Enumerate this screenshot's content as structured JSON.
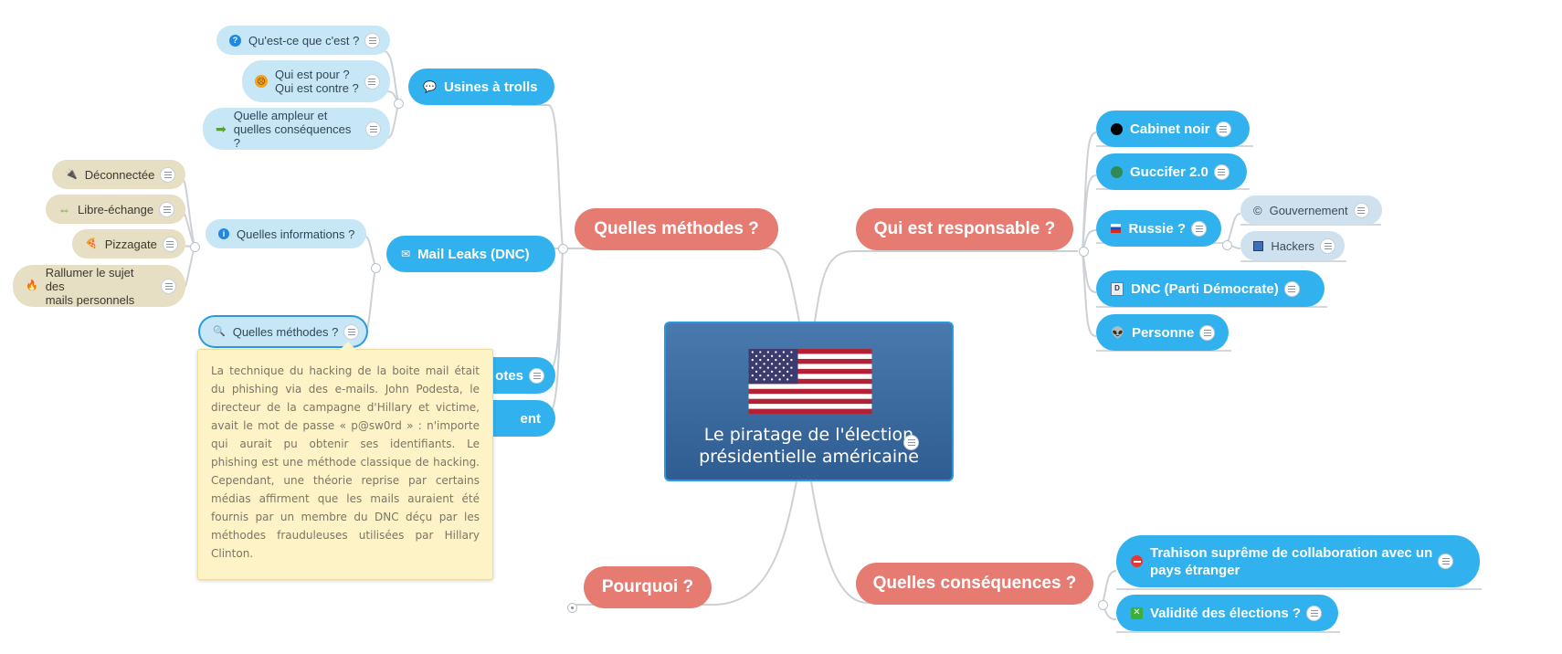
{
  "central": {
    "title_line1": "Le piratage de l'élection",
    "title_line2": "présidentielle américaine",
    "image": "us-flag"
  },
  "main_topics": {
    "methods": "Quelles méthodes ?",
    "responsible": "Qui est responsable ?",
    "why": "Pourquoi ?",
    "consequences": "Quelles conséquences ?"
  },
  "methods_children": {
    "trolls": {
      "label": "Usines à trolls",
      "icon": "speech-bubble-icon"
    },
    "mail_leaks": {
      "label": "Mail Leaks (DNC)",
      "icon": "envelope-icon"
    },
    "hidden_1": {
      "label": "otes"
    },
    "hidden_2": {
      "label": "ent"
    }
  },
  "trolls_children": {
    "what": {
      "label": "Qu'est-ce que c'est ?",
      "icon": "question-icon"
    },
    "for_against_1": {
      "label": "Qui est pour ?",
      "icon": "face-icon"
    },
    "for_against_2": {
      "label": "Qui est contre ?"
    },
    "scope_1": {
      "label": "Quelle ampleur et",
      "icon": "arrow-right-icon"
    },
    "scope_2": {
      "label": "quelles conséquences ?"
    }
  },
  "mail_children": {
    "info": {
      "label": "Quelles informations ?",
      "icon": "info-icon"
    },
    "methods": {
      "label": "Quelles méthodes ?",
      "icon": "magnifier-icon"
    }
  },
  "info_children": {
    "disconnected": {
      "label": "Déconnectée",
      "icon": "plug-icon"
    },
    "free_trade": {
      "label": "Libre-échange",
      "icon": "double-arrow-icon"
    },
    "pizzagate": {
      "label": "Pizzagate",
      "icon": "pizza-icon"
    },
    "personal_1": {
      "label": "Rallumer le sujet des",
      "icon": "fire-icon"
    },
    "personal_2": {
      "label": "mails personnels"
    }
  },
  "note": {
    "text": "La technique du hacking de la boite mail était du phishing via des e-mails. John Podesta, le directeur de la campagne d'Hillary et victime, avait le mot de passe « p@sw0rd » : n'importe qui aurait pu obtenir ses identifiants. Le phishing est une méthode classique de hacking. Cependant, une théorie reprise par certains médias affirment que les mails auraient été fournis par un membre du DNC déçu par les méthodes frauduleuses utilisées par Hillary Clinton."
  },
  "responsible_children": {
    "cabinet": {
      "label": "Cabinet noir",
      "icon": "black-circle-icon"
    },
    "guccifer": {
      "label": "Guccifer 2.0",
      "icon": "globe-icon"
    },
    "russia": {
      "label": "Russie ?",
      "icon": "russia-flag-icon"
    },
    "dnc": {
      "label": "DNC (Parti Démocrate)",
      "icon": "party-icon"
    },
    "nobody": {
      "label": "Personne",
      "icon": "alien-icon"
    }
  },
  "russia_children": {
    "government": {
      "label": "Gouvernement",
      "icon": "copyright-icon"
    },
    "hackers": {
      "label": "Hackers",
      "icon": "computer-icon"
    }
  },
  "consequences_children": {
    "treason_1": {
      "label": "Trahison suprême de collaboration avec un",
      "icon": "no-entry-icon"
    },
    "treason_2": {
      "label": "pays étranger"
    },
    "validity": {
      "label": "Validité des élections ?",
      "icon": "cross-box-icon"
    }
  },
  "colors": {
    "main_topic": "#e57b71",
    "subtopic": "#31b2ee",
    "light_topic": "#c7e6f6",
    "tan_topic": "#e6dfc4",
    "central_top": "#4979ad",
    "central_bottom": "#2f5d92",
    "note_bg": "#fdf3c6",
    "connector": "#c8ccd0"
  }
}
